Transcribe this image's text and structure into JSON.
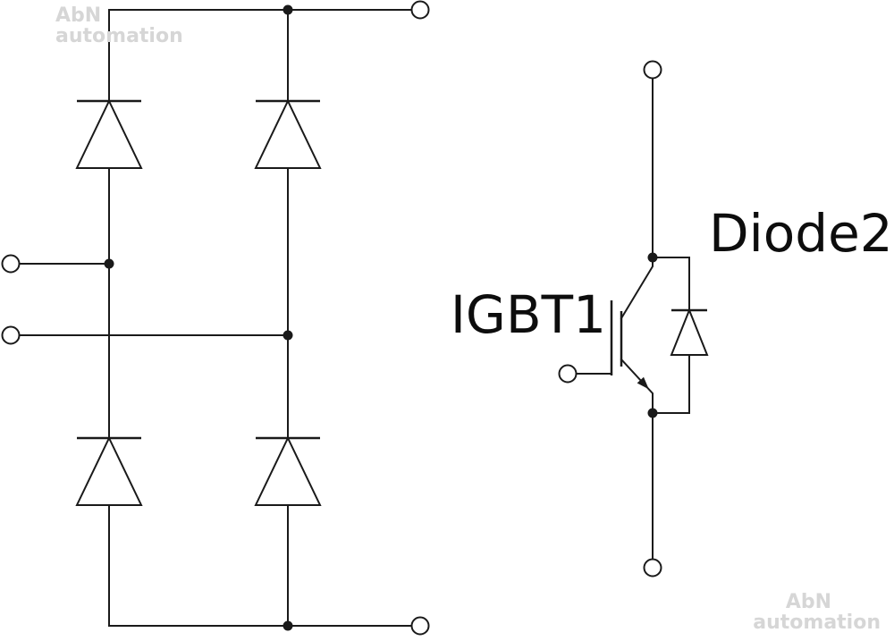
{
  "diagram": {
    "labels": {
      "igbt": "IGBT1",
      "freewheel_diode": "Diode2"
    },
    "watermarks": {
      "top_left": {
        "line1": "AbN",
        "line2": "automation"
      },
      "bottom_right": {
        "line1": "AbN",
        "line2": "automation"
      }
    },
    "colors": {
      "line": "#1a1a1a",
      "background": "#ffffff",
      "watermark": "#d6d6d6"
    }
  }
}
